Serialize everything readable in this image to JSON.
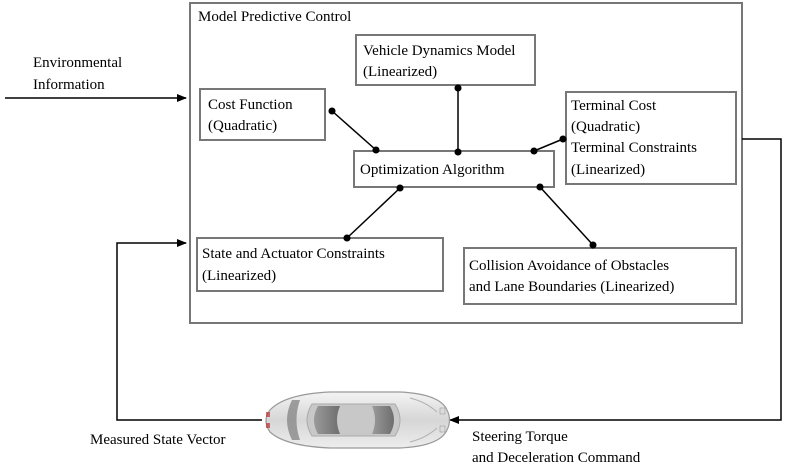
{
  "diagram": {
    "mpc_title": "Model Predictive Control",
    "inputs": {
      "environmental_line1": "Environmental",
      "environmental_line2": "Information"
    },
    "boxes": {
      "vehicle_dynamics": {
        "line1": "Vehicle Dynamics Model",
        "line2": "(Linearized)"
      },
      "cost_function": {
        "line1": "Cost Function",
        "line2": "(Quadratic)"
      },
      "terminal": {
        "line1": "Terminal Cost",
        "line2": "(Quadratic)",
        "line3": "Terminal Constraints",
        "line4": "(Linearized)"
      },
      "optimization": {
        "line1": "Optimization Algorithm"
      },
      "state_actuator": {
        "line1": "State and Actuator Constraints",
        "line2": "(Linearized)"
      },
      "collision": {
        "line1": "Collision Avoidance of Obstacles",
        "line2": "and Lane Boundaries (Linearized)"
      }
    },
    "feedback": {
      "measured_state": "Measured State Vector"
    },
    "command": {
      "line1": "Steering Torque",
      "line2": "and Deceleration Command"
    },
    "colors": {
      "box_stroke": "#777777",
      "line": "#000000",
      "text": "#000000"
    }
  }
}
